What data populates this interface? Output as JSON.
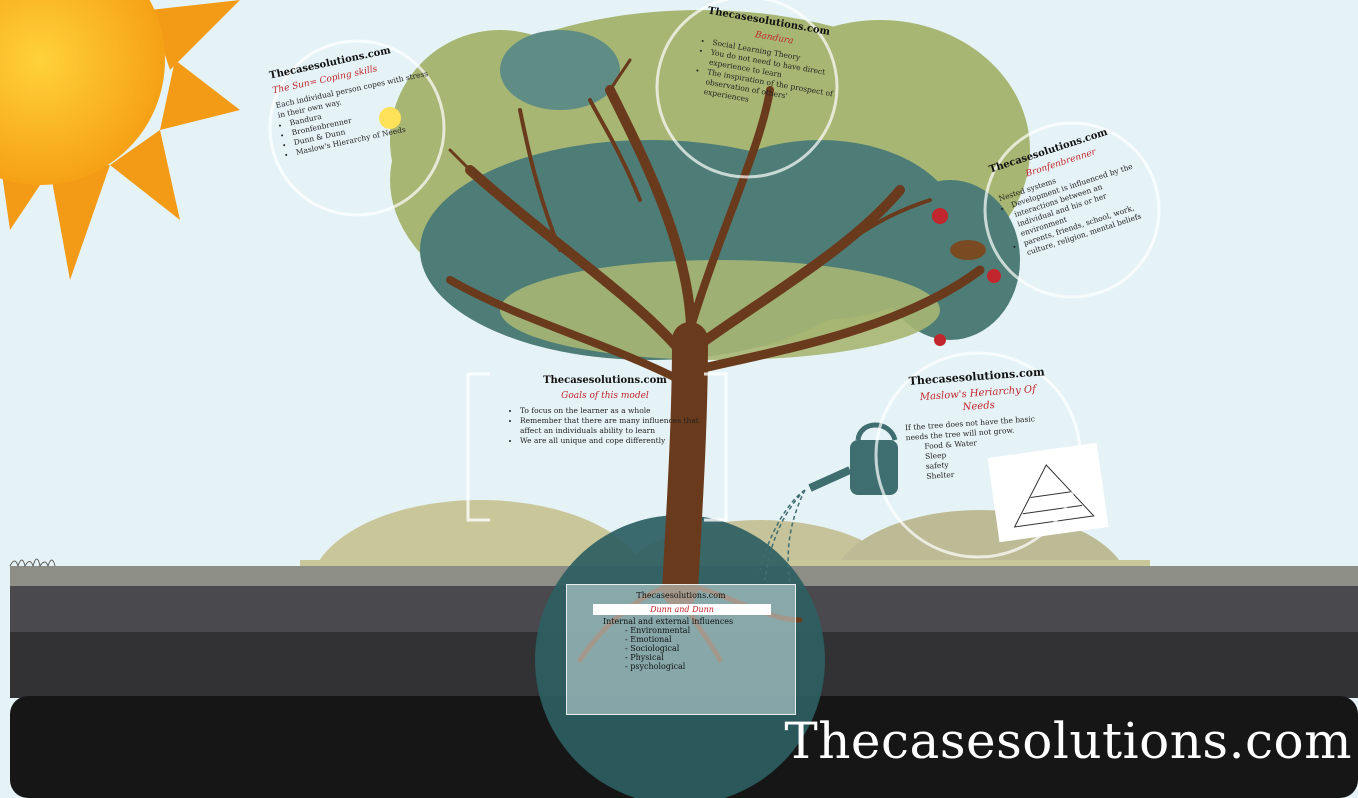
{
  "colors": {
    "sky": "#e6f3f6",
    "sun_core": "#f8b41b",
    "sun_ray": "#f39a17",
    "leaves_light": "#a7b673",
    "leaves_dark": "#4e7d77",
    "trunk": "#6a3a1c",
    "hill": "#c9c69a",
    "ground_top": "#3e3e42",
    "ground_bottom": "#1c1c1e",
    "accent_red": "#c0262c",
    "watering_can": "#3f6e70"
  },
  "sections": {
    "coping": {
      "brand": "Thecasesolutions.com",
      "subtitle": "The Sun= Coping skills",
      "intro": "Each individual person copes with stress in their own way.",
      "items": [
        "Bandura",
        "Bronfenbrenner",
        "Dunn & Dunn",
        "Maslow's Hierarchy of Needs"
      ]
    },
    "bandura": {
      "brand": "Thecasesolutions.com",
      "subtitle": "Bandura",
      "items": [
        "Social Learning Theory",
        "You do not need to have direct experience to learn",
        "The inspiration of the prospect of observation of others' experiences"
      ]
    },
    "bronfenbrenner": {
      "brand": "Thecasesolutions.com",
      "subtitle": "Bronfenbrenner",
      "intro": "Nested systems",
      "items": [
        "Development is influenced by the interactions between an individual and his or her environment",
        "parents, friends, school, work, culture, religion, mental beliefs"
      ]
    },
    "goals": {
      "brand": "Thecasesolutions.com",
      "subtitle": "Goals of this model",
      "items": [
        "To focus on the learner as a whole",
        "Remember that there are many influences that affect an individuals ability to learn",
        "We are all unique and cope differently"
      ]
    },
    "maslow": {
      "brand": "Thecasesolutions.com",
      "subtitle": "Maslow's Heriarchy Of Needs",
      "intro": "If the tree does not have the basic needs the tree will not grow.",
      "items": [
        "Food & Water",
        "Sleep",
        "safety",
        "Shelter"
      ]
    },
    "dunn": {
      "brand": "Thecasesolutions.com",
      "subtitle": "Dunn and Dunn",
      "intro": "Internal and external influences",
      "items": [
        "Environmental",
        "Emotional",
        "Sociological",
        "Physical",
        "psychological"
      ]
    }
  },
  "footer_brand": "Thecasesolutions.com"
}
